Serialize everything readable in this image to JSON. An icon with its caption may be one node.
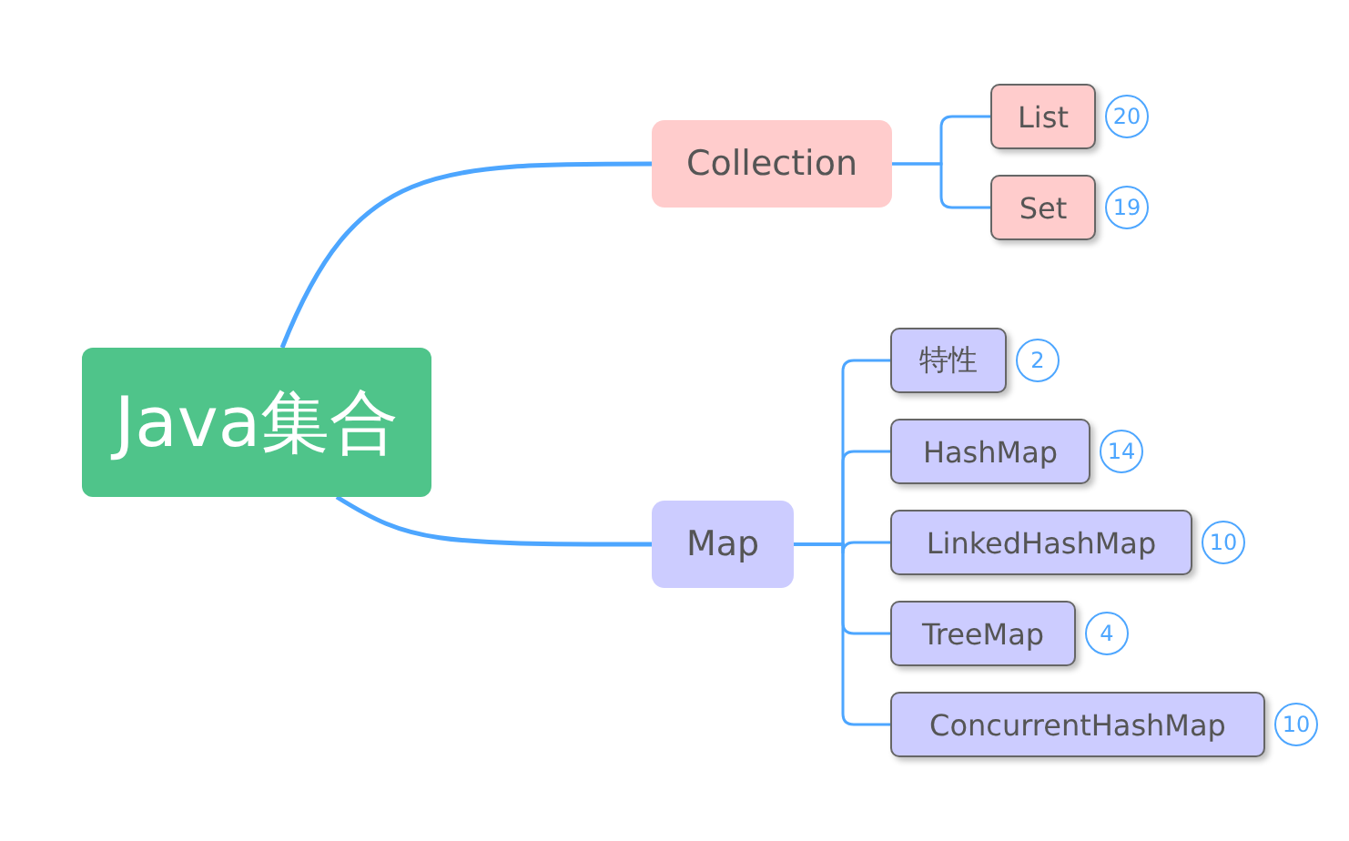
{
  "diagram": {
    "nodes": [
      {
        "text": [
          "Java集合"
        ]
      },
      {
        "text": [
          "Collection"
        ]
      },
      {
        "text": [
          "List"
        ],
        "beside": [
          "20"
        ]
      },
      {
        "text": [
          "Set"
        ],
        "beside": [
          "19"
        ]
      },
      {
        "text": [
          "Map"
        ]
      },
      {
        "text": [
          "特性"
        ],
        "beside": [
          "2"
        ]
      },
      {
        "text": [
          "HashMap"
        ],
        "beside": [
          "14"
        ]
      },
      {
        "text": [
          "LinkedHashMap"
        ],
        "beside": [
          "10"
        ]
      },
      {
        "text": [
          "TreeMap"
        ],
        "beside": [
          "4"
        ]
      },
      {
        "text": [
          "ConcurrentHashMap"
        ],
        "beside": [
          "10"
        ]
      }
    ],
    "edges": [
      {
        "from": 0,
        "to": 1,
        "arrow": "none"
      },
      {
        "from": 0,
        "to": 4,
        "arrow": "none"
      },
      {
        "from": 1,
        "to": 2,
        "arrow": "none"
      },
      {
        "from": 1,
        "to": 3,
        "arrow": "none"
      },
      {
        "from": 4,
        "to": 5,
        "arrow": "none"
      },
      {
        "from": 4,
        "to": 6,
        "arrow": "none"
      },
      {
        "from": 4,
        "to": 7,
        "arrow": "none"
      },
      {
        "from": 4,
        "to": 8,
        "arrow": "none"
      },
      {
        "from": 4,
        "to": 9,
        "arrow": "none"
      }
    ]
  }
}
